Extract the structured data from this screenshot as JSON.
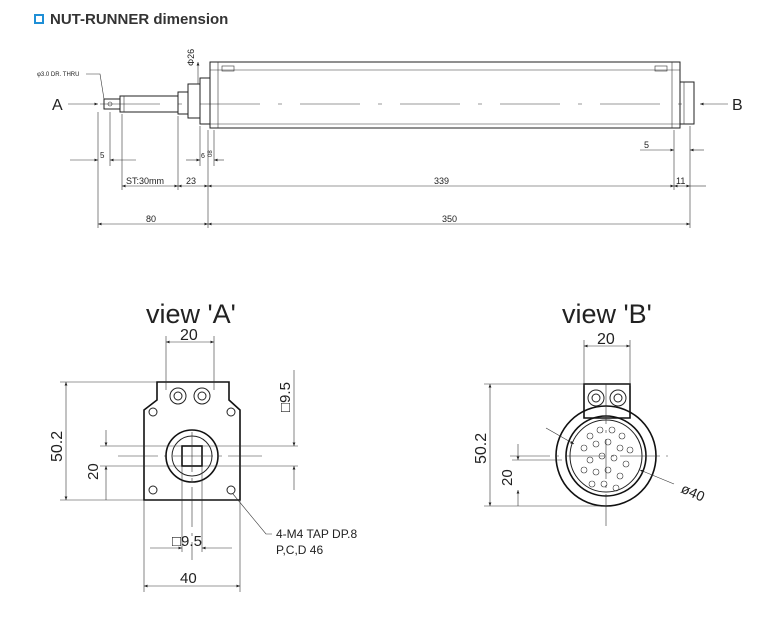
{
  "header": {
    "title": "NUT-RUNNER dimension",
    "icon": "square-bullet-icon",
    "accent": "#1f8fd6"
  },
  "side": {
    "label_a": "A",
    "label_b": "B",
    "note_hole": "φ3.0 DR. THRU",
    "dia_26": "Φ26",
    "d_5_left": "5",
    "d_6": "6",
    "d_08": "08",
    "d_5_right": "5",
    "d_st": "ST:30mm",
    "d_23": "23",
    "d_339": "339",
    "d_11": "11",
    "d_80": "80",
    "d_350": "350"
  },
  "view_a": {
    "title": "view 'A'",
    "d_top20": "20",
    "d_sq95_right": "□9.5",
    "d_502": "50.2",
    "d_20_left": "20",
    "d_sq95_bottom": "□9.5",
    "d_40": "40",
    "note_line1": "4-M4 TAP DP.8",
    "note_line2": "P,C,D 46"
  },
  "view_b": {
    "title": "view 'B'",
    "d_top20": "20",
    "d_502": "50.2",
    "d_20_left": "20",
    "d_dia40": "ø40"
  }
}
